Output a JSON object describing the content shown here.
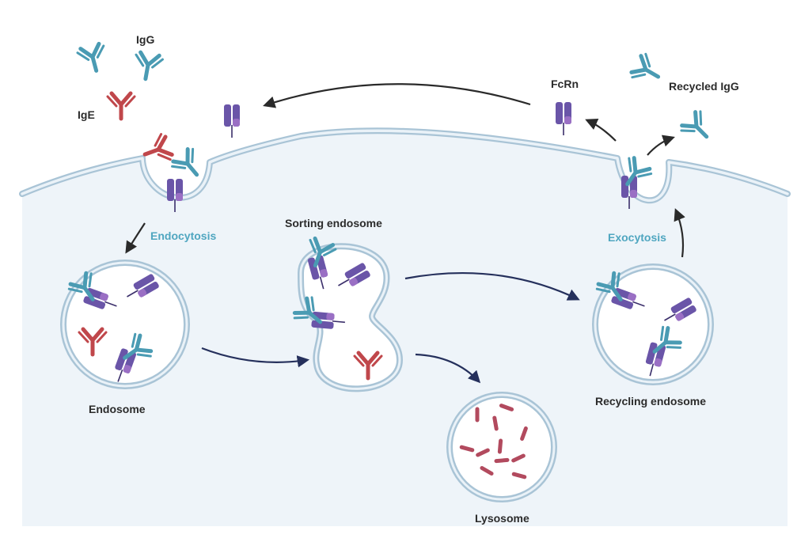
{
  "labels": {
    "igg": "IgG",
    "ige": "IgE",
    "fcrn": "FcRn",
    "recycled_igg": "Recycled IgG",
    "endocytosis": "Endocytosis",
    "exocytosis": "Exocytosis",
    "sorting_endosome": "Sorting endosome",
    "endosome": "Endosome",
    "recycling_endosome": "Recycling endosome",
    "lysosome": "Lysosome"
  },
  "colors": {
    "igg": "#4a9bb3",
    "ige": "#c0474b",
    "fcrn": "#6a55a8",
    "fcrn_light": "#8a6fc0",
    "membrane": "#a9c4d6",
    "cytoplasm": "#eef4f9",
    "label_accent": "#4fa6c0"
  }
}
